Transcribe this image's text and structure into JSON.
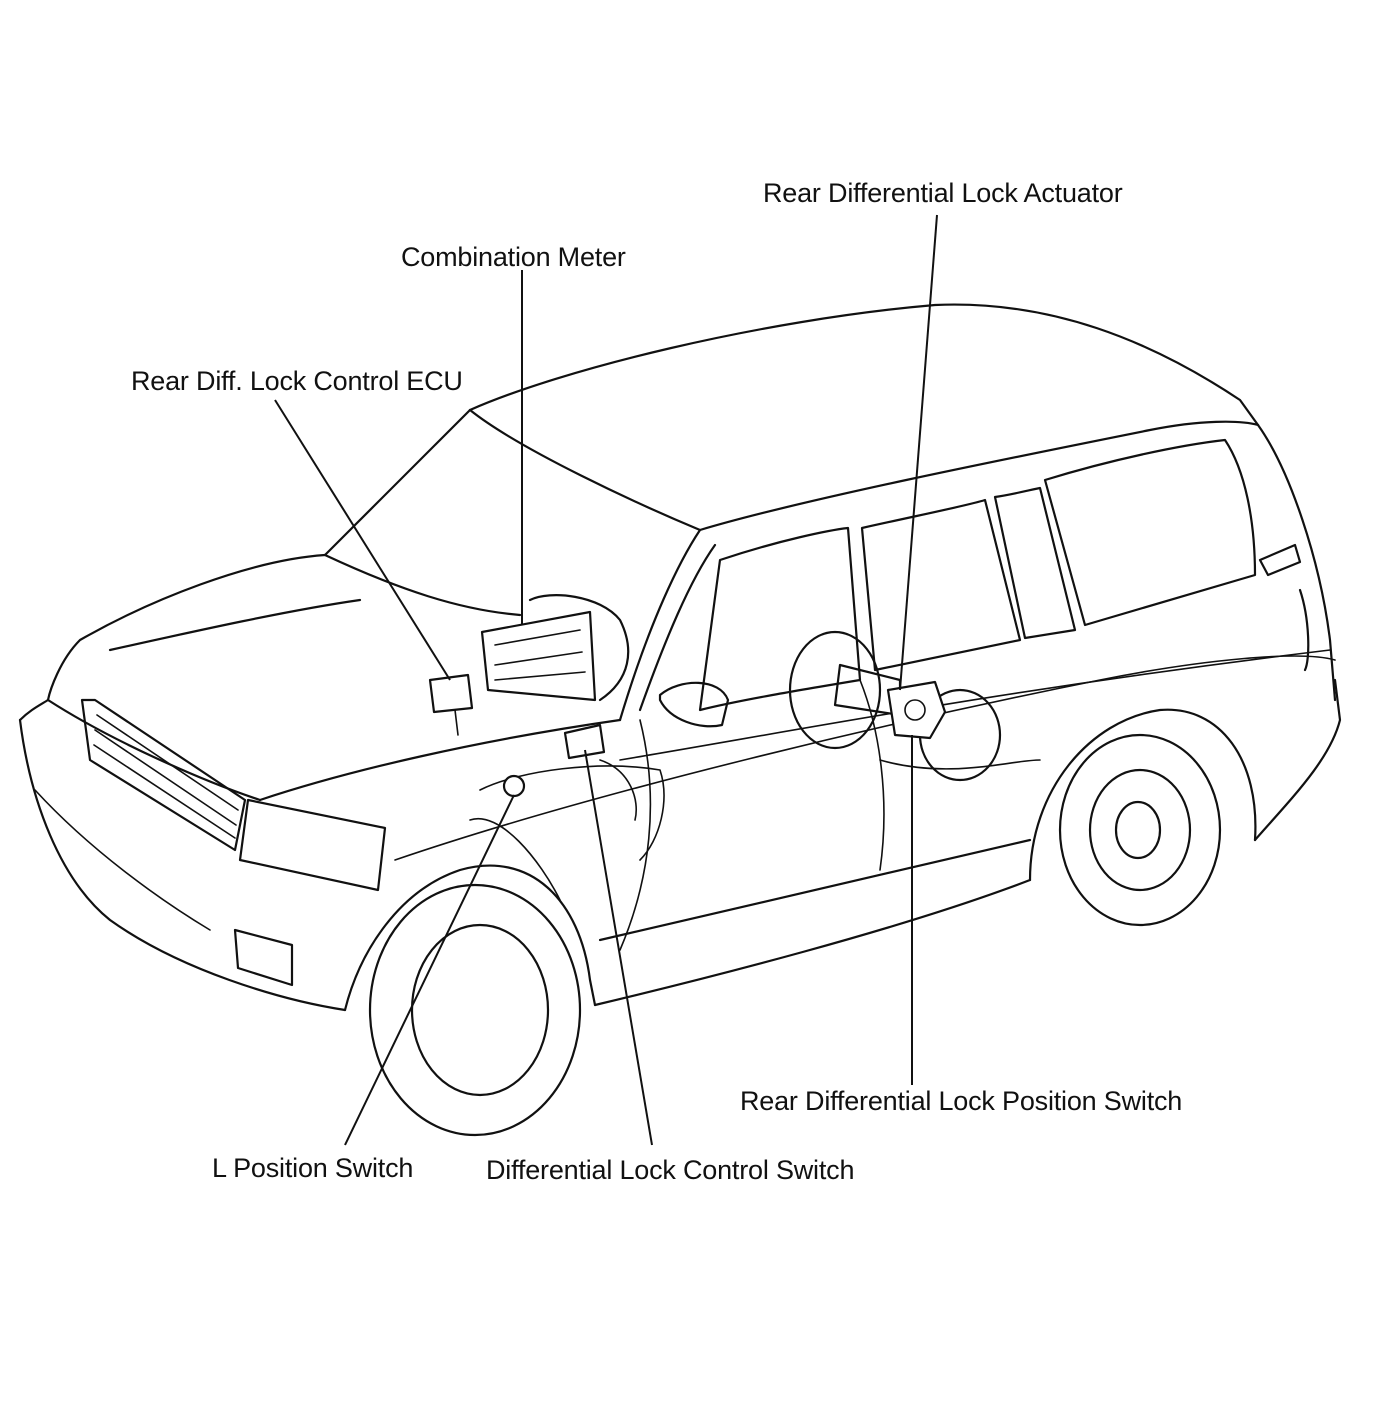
{
  "labels": {
    "rear_diff_lock_actuator": "Rear Differential Lock Actuator",
    "combination_meter": "Combination Meter",
    "rear_diff_lock_control_ecu": "Rear Diff. Lock Control ECU",
    "rear_diff_lock_position_switch": "Rear Differential Lock Position Switch",
    "l_position_switch": "L Position Switch",
    "diff_lock_control_switch": "Differential Lock Control Switch"
  },
  "colors": {
    "line": "#111111",
    "background": "#ffffff"
  }
}
